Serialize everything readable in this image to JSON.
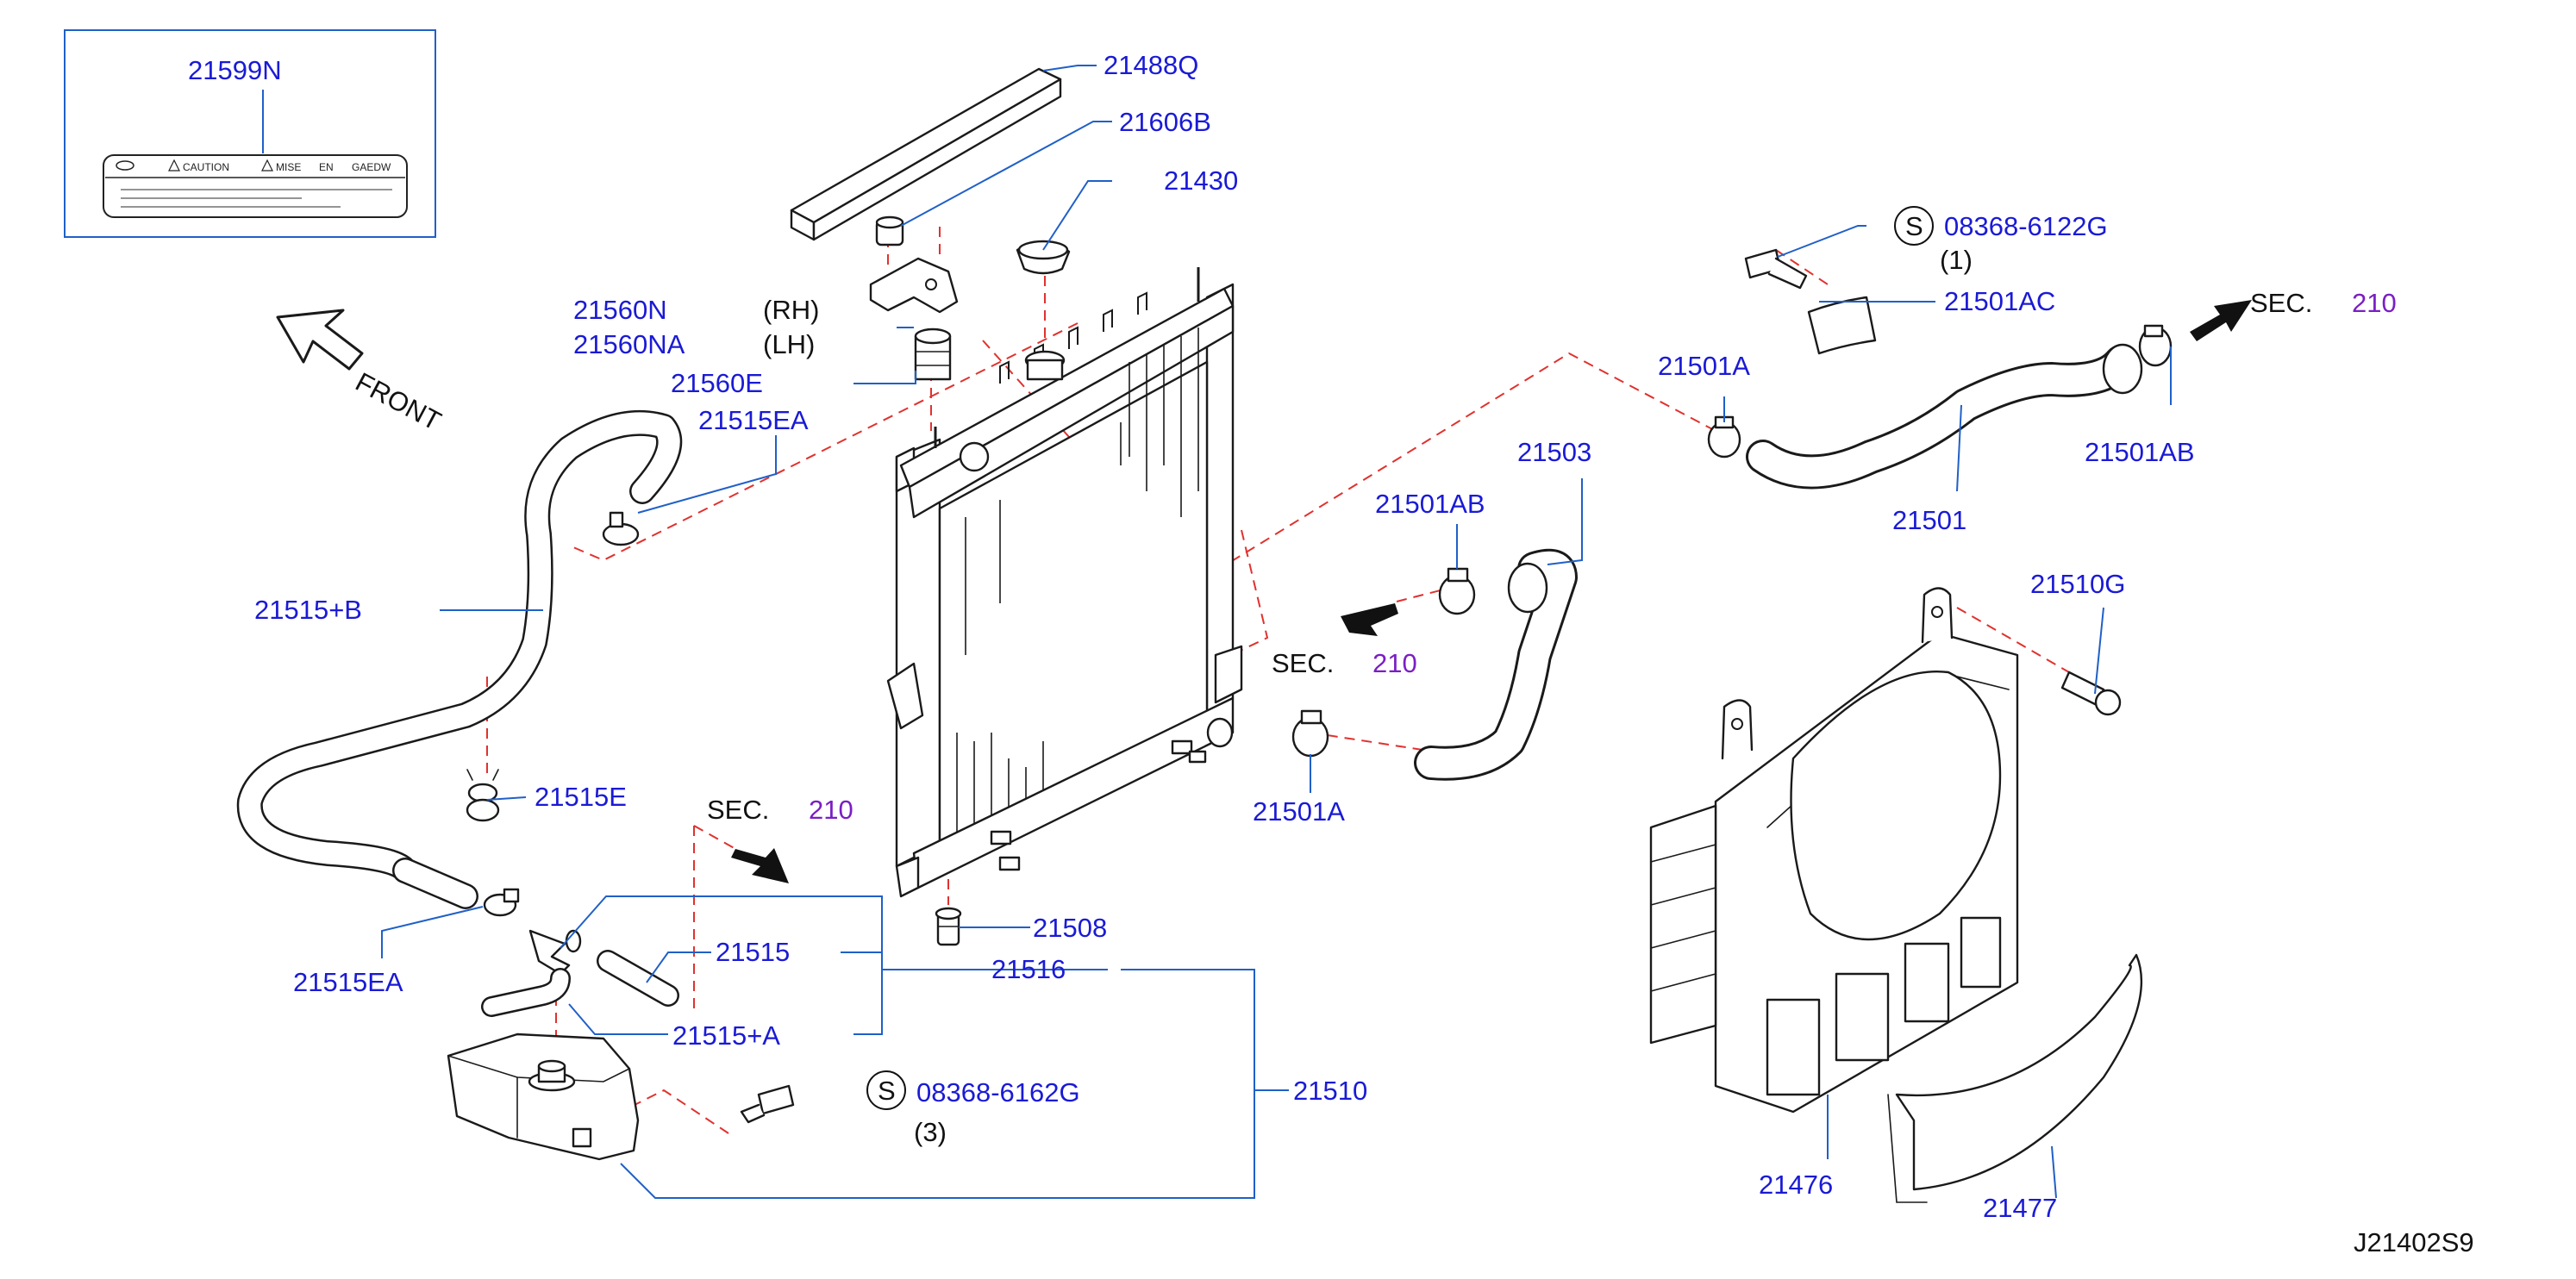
{
  "colors": {
    "label": "#1a1ad6",
    "section_number": "#7a1fc4",
    "dashed_line": "#e0322e",
    "leader": "#2060c8",
    "drawing": "#1a1a1a"
  },
  "label_box": {
    "part_no": "21599N",
    "caution": "CAUTION",
    "mise": "MISE",
    "en": "EN",
    "gaedw": "GAEDW"
  },
  "orientation": {
    "front": "FRONT",
    "icon": "front-arrow-icon"
  },
  "parts": {
    "p21488Q": "21488Q",
    "p21606B": "21606B",
    "p21430": "21430",
    "p21560N": "21560N",
    "p21560NA": "21560NA",
    "rh": "(RH)",
    "lh": "(LH)",
    "p21560E": "21560E",
    "p21515EA_top": "21515EA",
    "p21515B": "21515+B",
    "p21515E": "21515E",
    "p21515EA_bottom": "21515EA",
    "p21515": "21515",
    "p21516": "21516",
    "p21515A": "21515+A",
    "p21508": "21508",
    "p21510": "21510",
    "p21501A_left": "21501A",
    "p21501AB_left": "21501AB",
    "p21503": "21503",
    "p21501A_right": "21501A",
    "p21501AC": "21501AC",
    "p21501AB_right": "21501AB",
    "p21501": "21501",
    "p21510G": "21510G",
    "p21476": "21476",
    "p21477": "21477"
  },
  "standard_parts": [
    {
      "symbol": "S",
      "part_no": "08368-6122G",
      "qty": "(1)"
    },
    {
      "symbol": "S",
      "part_no": "08368-6162G",
      "qty": "(3)"
    }
  ],
  "section_refs": [
    {
      "text": "SEC.",
      "number": "210"
    },
    {
      "text": "SEC.",
      "number": "210"
    },
    {
      "text": "SEC.",
      "number": "210"
    }
  ],
  "drawing_id": "J21402S9"
}
